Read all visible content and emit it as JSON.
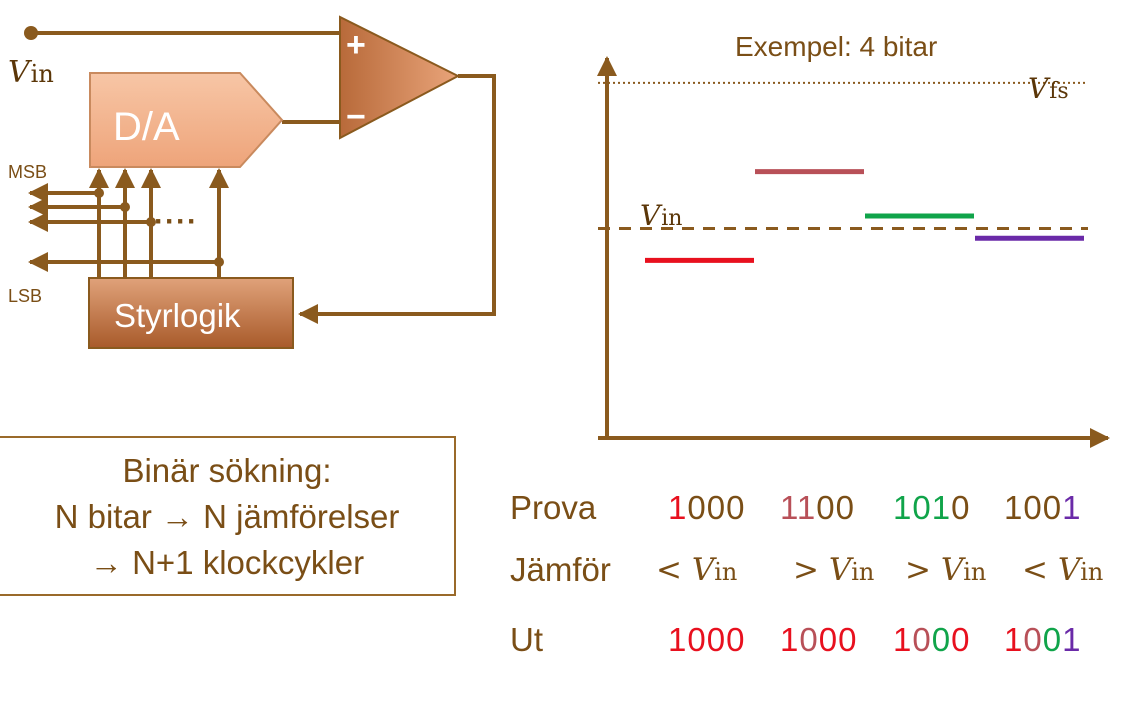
{
  "circuit": {
    "vin_symbol": "V",
    "vin_sub": "in",
    "dac_label": "D/A",
    "plus": "+",
    "minus": "−",
    "msb_label": "MSB",
    "lsb_label": "LSB",
    "dots": "····",
    "logic_label": "Styrlogik"
  },
  "search_box": {
    "line1": "Binär sökning:",
    "line2": "N bitar  →  N jämförelser",
    "line3": "→ N+1 klockcykler"
  },
  "chart_data": {
    "type": "line",
    "title": "Exempel: 4 bitar",
    "reference_lines": [
      {
        "symbol": "V",
        "sub": "fs",
        "value": 1.0,
        "style": "dotted"
      },
      {
        "symbol": "V",
        "sub": "in",
        "value": 0.59,
        "style": "dashed"
      }
    ],
    "series": [
      {
        "trial": 1,
        "code": "1000",
        "value": 0.5,
        "color": "#e8101e"
      },
      {
        "trial": 2,
        "code": "1100",
        "value": 0.75,
        "color": "#b85058"
      },
      {
        "trial": 3,
        "code": "1010",
        "value": 0.625,
        "color": "#10a44a"
      },
      {
        "trial": 4,
        "code": "1001",
        "value": 0.5625,
        "color": "#6a2aa8"
      }
    ],
    "ylim": [
      0,
      1.07
    ]
  },
  "table": {
    "prova_label": "Prova",
    "jamfor_label": "Jämför",
    "ut_label": "Ut",
    "prova": [
      [
        {
          "t": "1",
          "c": "#e8101e"
        },
        {
          "t": "000",
          "c": "#7a4e16"
        }
      ],
      [
        {
          "t": "11",
          "c": "#b85058"
        },
        {
          "t": "00",
          "c": "#7a4e16"
        }
      ],
      [
        {
          "t": "101",
          "c": "#10a44a"
        },
        {
          "t": "0",
          "c": "#7a4e16"
        }
      ],
      [
        {
          "t": "100",
          "c": "#7a4e16"
        },
        {
          "t": "1",
          "c": "#6a2aa8"
        }
      ]
    ],
    "jamfor": [
      {
        "op": "<",
        "sym": "V",
        "sub": "in"
      },
      {
        "op": ">",
        "sym": "V",
        "sub": "in"
      },
      {
        "op": ">",
        "sym": "V",
        "sub": "in"
      },
      {
        "op": "<",
        "sym": "V",
        "sub": "in"
      }
    ],
    "ut": [
      [
        {
          "t": "1",
          "c": "#e8101e"
        },
        {
          "t": "000",
          "c": "#e8101e"
        }
      ],
      [
        {
          "t": "1",
          "c": "#e8101e"
        },
        {
          "t": "0",
          "c": "#b85058"
        },
        {
          "t": "00",
          "c": "#e8101e"
        }
      ],
      [
        {
          "t": "1",
          "c": "#e8101e"
        },
        {
          "t": "0",
          "c": "#b85058"
        },
        {
          "t": "0",
          "c": "#10a44a"
        },
        {
          "t": "0",
          "c": "#e8101e"
        }
      ],
      [
        {
          "t": "1",
          "c": "#e8101e"
        },
        {
          "t": "0",
          "c": "#b85058"
        },
        {
          "t": "0",
          "c": "#10a44a"
        },
        {
          "t": "1",
          "c": "#6a2aa8"
        }
      ]
    ]
  },
  "colors": {
    "wire": "#8a5a1e",
    "dac_fill": "#f2b48e",
    "comparator_fill": "#c97a4e",
    "logic_fill": "#b8683a",
    "text": "#7a4e16"
  }
}
